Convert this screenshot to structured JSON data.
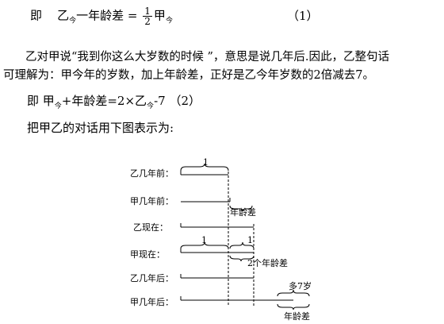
{
  "eq1": {
    "ji": "即",
    "yi": "乙",
    "sub": "今",
    "minus_text": "一年龄差",
    "equals": "=",
    "num": "1",
    "den": "2",
    "jia": "甲",
    "sub2": "今",
    "label": "（1）"
  },
  "para": {
    "line1": "乙对甲说“我到你这么大岁数的时候 ”，意思是说几年后.因此，乙整句话",
    "line2": "可理解为：甲今年的岁数，加上年龄差，正好是乙今年岁数的2倍减去7。"
  },
  "eq2": {
    "prefix": "即 甲",
    "sub": "今",
    "mid": "+年龄差=2×乙",
    "sub2": "今",
    "suffix": "-7 （2）"
  },
  "intro": "把甲乙的对话用下图表示为:",
  "diagram": {
    "rows": [
      "乙几年前：",
      "甲几年前：",
      "乙现在：",
      "甲现在：",
      "乙几年后：",
      "甲几年后："
    ],
    "labels": {
      "one_top": "1",
      "age_diff_1": "年龄差",
      "one_left": "1",
      "one_right": "1",
      "two_age_diff": "2个年龄差",
      "more7": "多7岁",
      "age_diff_2": "年龄差"
    }
  }
}
